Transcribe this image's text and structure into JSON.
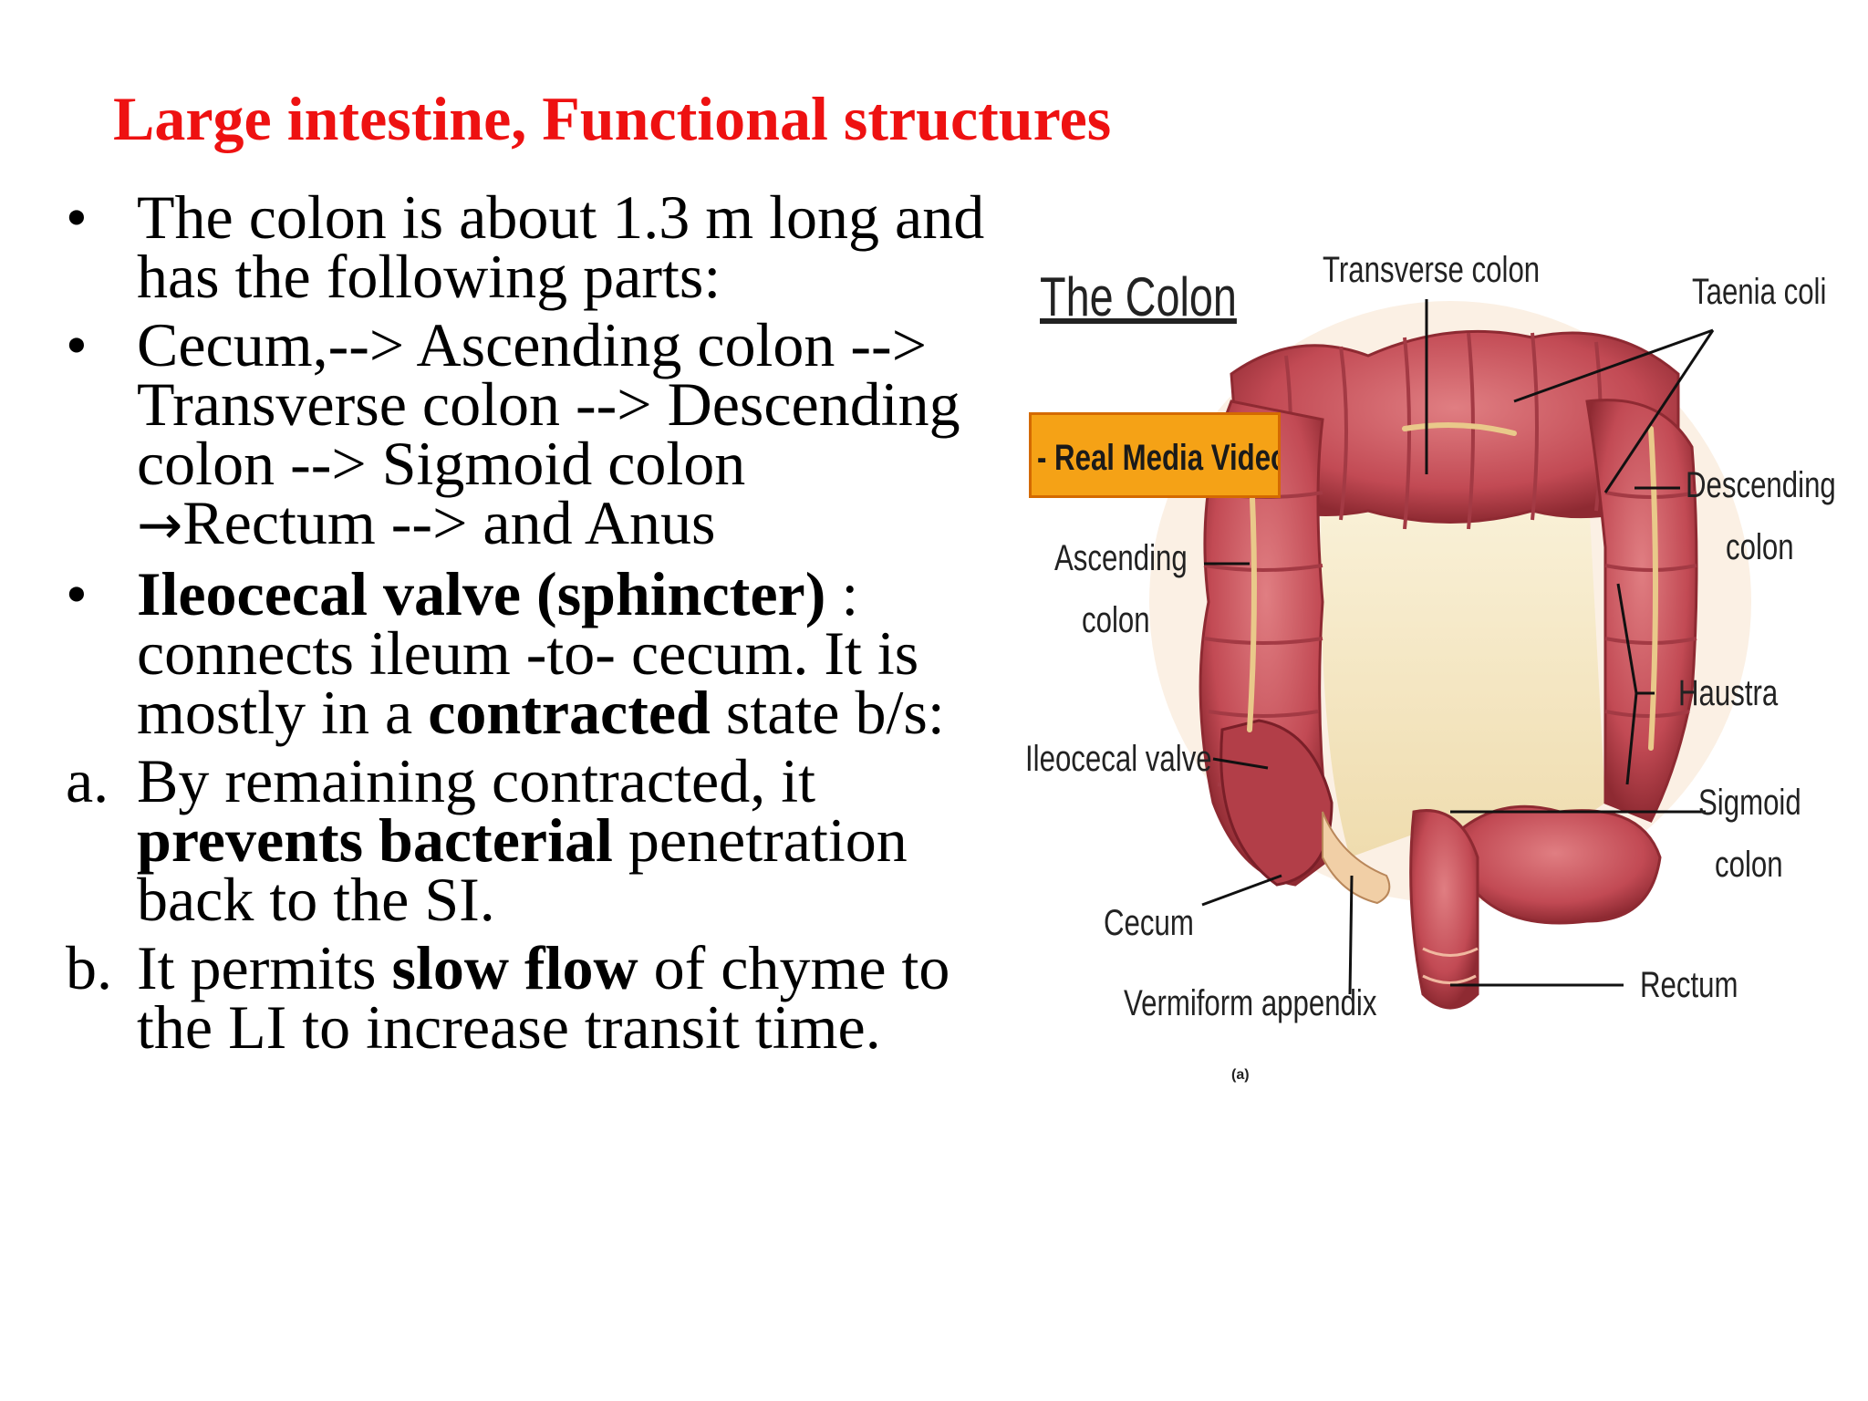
{
  "title": "Large intestine, Functional structures",
  "bullets": [
    {
      "marker": "•",
      "text": "The colon is about 1.3 m long and has the following parts:"
    },
    {
      "marker": "•",
      "parts_text": " Cecum,--> Ascending colon --> Transverse colon --> Descending colon --> Sigmoid colon ",
      "arrow": "→",
      "parts_text_end": "Rectum --> and Anus"
    },
    {
      "marker": "•",
      "bold_lead": "Ileocecal valve (sphincter)",
      "text_a": " : connects ileum -to- cecum. It is mostly in a ",
      "bold_mid": "contracted",
      "text_b": " state b/s:"
    }
  ],
  "sub_items": [
    {
      "label": "a.",
      "text_a": "By remaining contracted, it ",
      "bold": "prevents bacterial",
      "text_b": " penetration back to the SI."
    },
    {
      "label": "b.",
      "text_a": "It permits ",
      "bold": "slow flow",
      "text_b": " of chyme to the LI to increase transit time."
    }
  ],
  "figure": {
    "title": "The Colon",
    "banner": "- Real Media Video",
    "caption": "(a)",
    "labels": {
      "transverse": "Transverse colon",
      "taenia": "Taenia coli",
      "descending_1": "Descending",
      "descending_2": "colon",
      "ascending_1": "Ascending",
      "ascending_2": "colon",
      "haustra": "Haustra",
      "ileocecal": "Ileocecal valve",
      "sigmoid_1": "Sigmoid",
      "sigmoid_2": "colon",
      "cecum": "Cecum",
      "appendix": "Vermiform appendix",
      "rectum": "Rectum"
    },
    "colors": {
      "title": "#ee1111",
      "tissue": "#c9525a",
      "tissue_dark": "#8e2a32",
      "mesentery": "#f3e7c4",
      "banner": "#f5a216"
    }
  }
}
